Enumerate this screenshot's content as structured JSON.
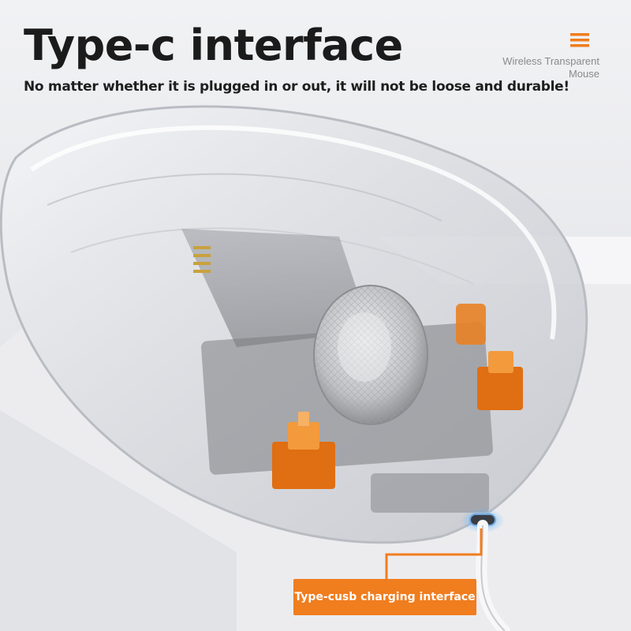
{
  "header": {
    "title": "Type-c interface",
    "subtitle": "No matter whether it is plugged in or out, it will not be loose and durable!"
  },
  "brand": {
    "menu_icon": "menu-icon",
    "line1": "Wireless Transparent",
    "line2": "Mouse"
  },
  "callout": {
    "label": "Type-cusb charging interface"
  },
  "colors": {
    "accent": "#f07d1e",
    "text": "#1b1b1b",
    "brand_text": "#8a8a8a",
    "background": "#e9eaed"
  }
}
